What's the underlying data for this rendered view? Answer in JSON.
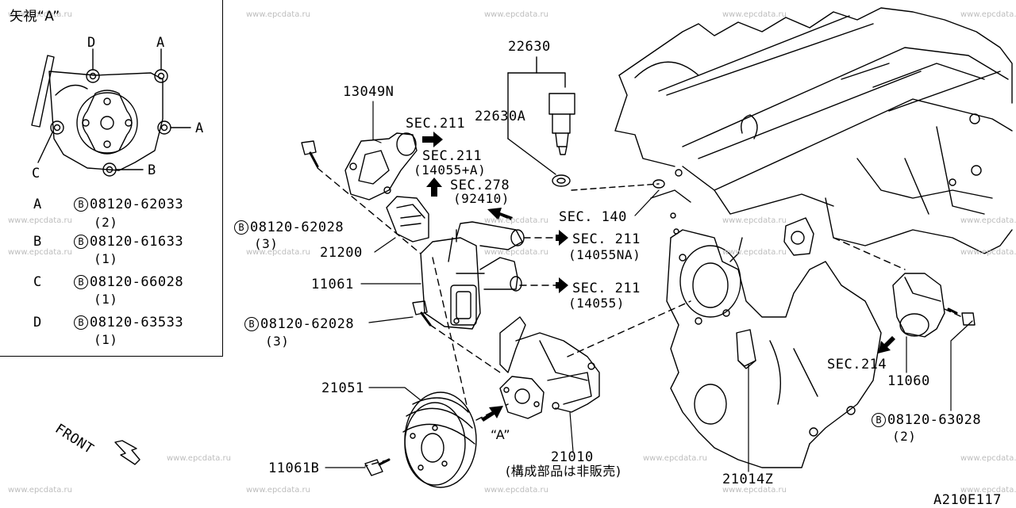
{
  "watermark": "www.epcdata.ru",
  "diagram_id": "A210E117",
  "inset": {
    "title": "矢視“A”",
    "point_labels": {
      "a1": "A",
      "a2": "A",
      "b": "B",
      "c": "C",
      "d": "D"
    },
    "bolt_rows": [
      {
        "key": "A",
        "part": "08120-62033",
        "qty": "(2)"
      },
      {
        "key": "B",
        "part": "08120-61633",
        "qty": "(1)"
      },
      {
        "key": "C",
        "part": "08120-66028",
        "qty": "(1)"
      },
      {
        "key": "D",
        "part": "08120-63533",
        "qty": "(1)"
      }
    ]
  },
  "bolt_symbol": "B",
  "parts": {
    "p22630": "22630",
    "p22630a": "22630A",
    "p13049n": "13049N",
    "p21200": "21200",
    "p11061": "11061",
    "p21051": "21051",
    "p11061b": "11061B",
    "p21010": "21010",
    "p21010_note": "(構成部品は非販売)",
    "p21014z": "21014Z",
    "p11060": "11060",
    "bolt1_part": "08120-62028",
    "bolt1_qty": "(3)",
    "bolt2_part": "08120-62028",
    "bolt2_qty": "(3)",
    "bolt3_part": "08120-63028",
    "bolt3_qty": "(2)"
  },
  "sections": {
    "s211a": "SEC.211",
    "s211b": "SEC.211",
    "s211b_sub": "(14055+A)",
    "s278": "SEC.278",
    "s278_sub": "(92410)",
    "s140": "SEC. 140",
    "s211c": "SEC. 211",
    "s211c_sub": "(14055NA)",
    "s211d": "SEC. 211",
    "s211d_sub": "(14055)",
    "s214": "SEC.214"
  },
  "view_a_label": "“A”",
  "front_label": "FRONT"
}
